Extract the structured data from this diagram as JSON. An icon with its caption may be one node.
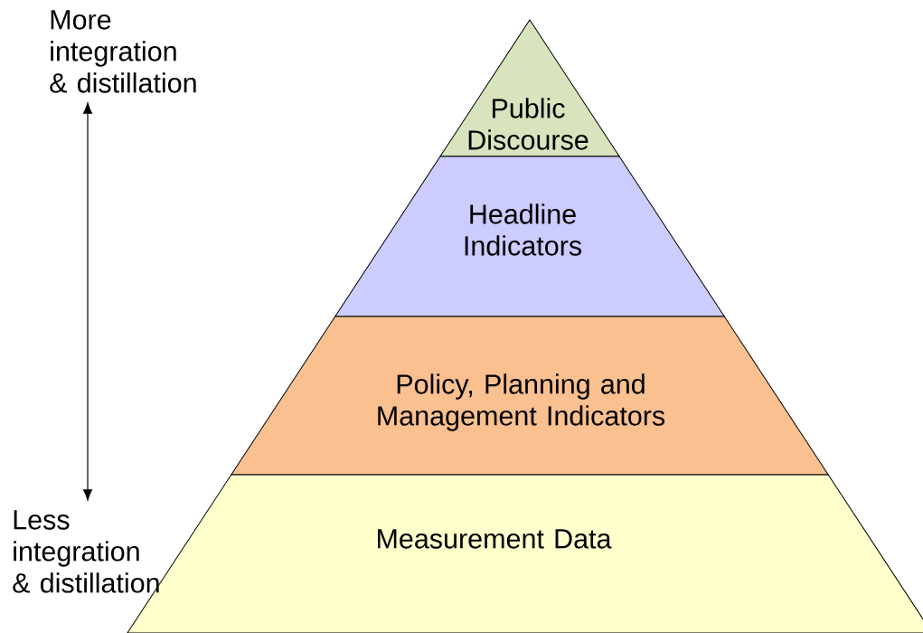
{
  "diagram": {
    "nodes": [
      {
        "text": [
          "More integration & distillation"
        ]
      },
      {
        "text": [
          "Public Discourse"
        ]
      },
      {
        "text": [
          "Headline Indicators"
        ]
      },
      {
        "text": [
          "Policy, Planning and Management Indicators"
        ]
      },
      {
        "text": [
          "Measurement Data"
        ]
      },
      {
        "text": [
          "Less integration & distillation"
        ]
      }
    ],
    "edges": [
      {
        "from": 0,
        "to": 5,
        "arrow": "both"
      }
    ]
  }
}
